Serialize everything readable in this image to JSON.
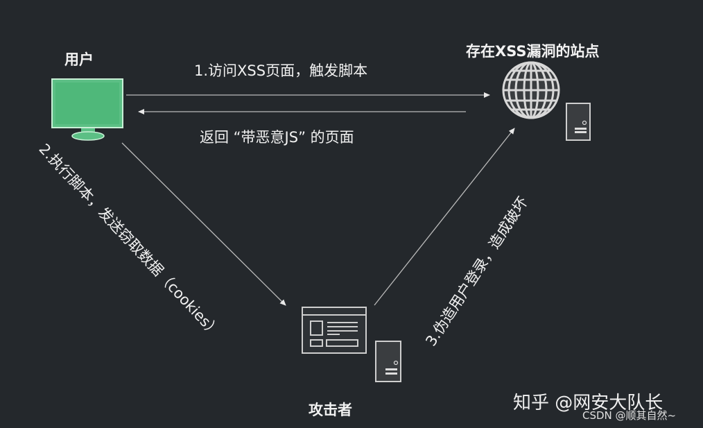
{
  "nodes": {
    "user": {
      "label": "用户",
      "icon": "monitor-icon",
      "color": "#5cbf85"
    },
    "site": {
      "label": "存在XSS漏洞的站点",
      "icon": "globe-icon"
    },
    "attacker": {
      "label": "攻击者",
      "icon": "browser-window-icon"
    }
  },
  "edges": {
    "visit": "1.访问XSS页面，触发脚本",
    "return": "返回 “带恶意JS” 的页面",
    "steal": "2.执行脚本，发送窃取数据（cookies）",
    "forge": "3.伪造用户登录，造成破坏"
  },
  "watermark": {
    "zhihu": "知乎 @网安大队长",
    "csdn": "CSDN @顺其自然~"
  }
}
